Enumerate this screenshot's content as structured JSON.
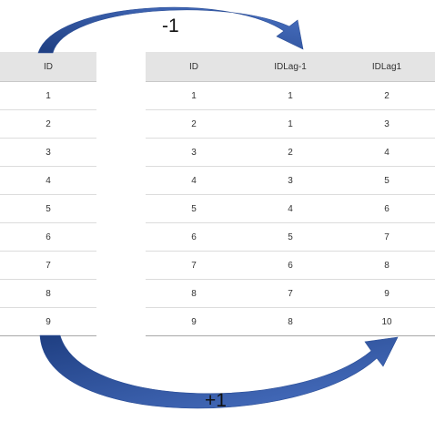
{
  "left_table": {
    "header": "ID",
    "rows": [
      "1",
      "2",
      "3",
      "4",
      "5",
      "6",
      "7",
      "8",
      "9"
    ]
  },
  "right_table": {
    "headers": [
      "ID",
      "IDLag-1",
      "IDLag1"
    ],
    "rows": [
      [
        "1",
        "1",
        "2"
      ],
      [
        "2",
        "1",
        "3"
      ],
      [
        "3",
        "2",
        "4"
      ],
      [
        "4",
        "3",
        "5"
      ],
      [
        "5",
        "4",
        "6"
      ],
      [
        "6",
        "5",
        "7"
      ],
      [
        "7",
        "6",
        "8"
      ],
      [
        "8",
        "7",
        "9"
      ],
      [
        "9",
        "8",
        "10"
      ]
    ]
  },
  "arrows": {
    "top_label": "-1",
    "bottom_label": "+1",
    "color": "#4a72c4",
    "dark_color": "#1f3f82"
  },
  "colors": {
    "header_bg": "#e4e4e4",
    "row_border": "#dcdcdc",
    "text": "#333333"
  }
}
